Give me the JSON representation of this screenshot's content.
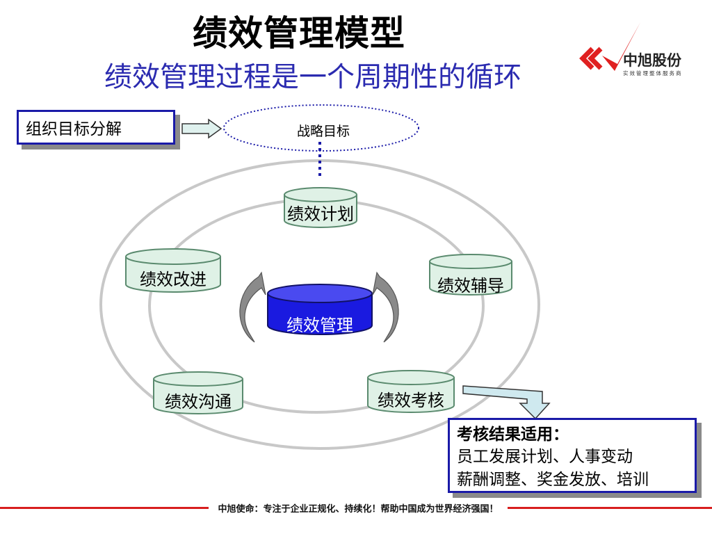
{
  "header": {
    "title": "绩效管理模型",
    "subtitle": "绩效管理过程是一个周期性的循环"
  },
  "logo": {
    "name": "中旭股份",
    "tagline": "实效管理整体服务商",
    "accent": "#e02020",
    "dark": "#222222"
  },
  "diagram": {
    "org_goal_box": "组织目标分解",
    "strategy": "战略目标",
    "center": "绩效管理",
    "stages": {
      "plan": "绩效计划",
      "coach": "绩效辅导",
      "assess": "绩效考核",
      "communicate": "绩效沟通",
      "improve": "绩效改进"
    },
    "result_box": {
      "heading": "考核结果适用：",
      "line1": "员工发展计划、人事变动",
      "line2": "薪酬调整、奖金发放、培训"
    },
    "colors": {
      "cylinder_fill": "#dff1e6",
      "cylinder_stroke": "#5a8a6e",
      "center_fill": "#1a1ae0",
      "ring": "#c8c8c8",
      "box_border": "#1a1aa8",
      "dotted": "#1a1aa8"
    }
  },
  "footer": {
    "slogan": "中旭使命：专注于企业正规化、持续化！帮助中国成为世界经济强国！",
    "line_color": "#d81e1e"
  }
}
